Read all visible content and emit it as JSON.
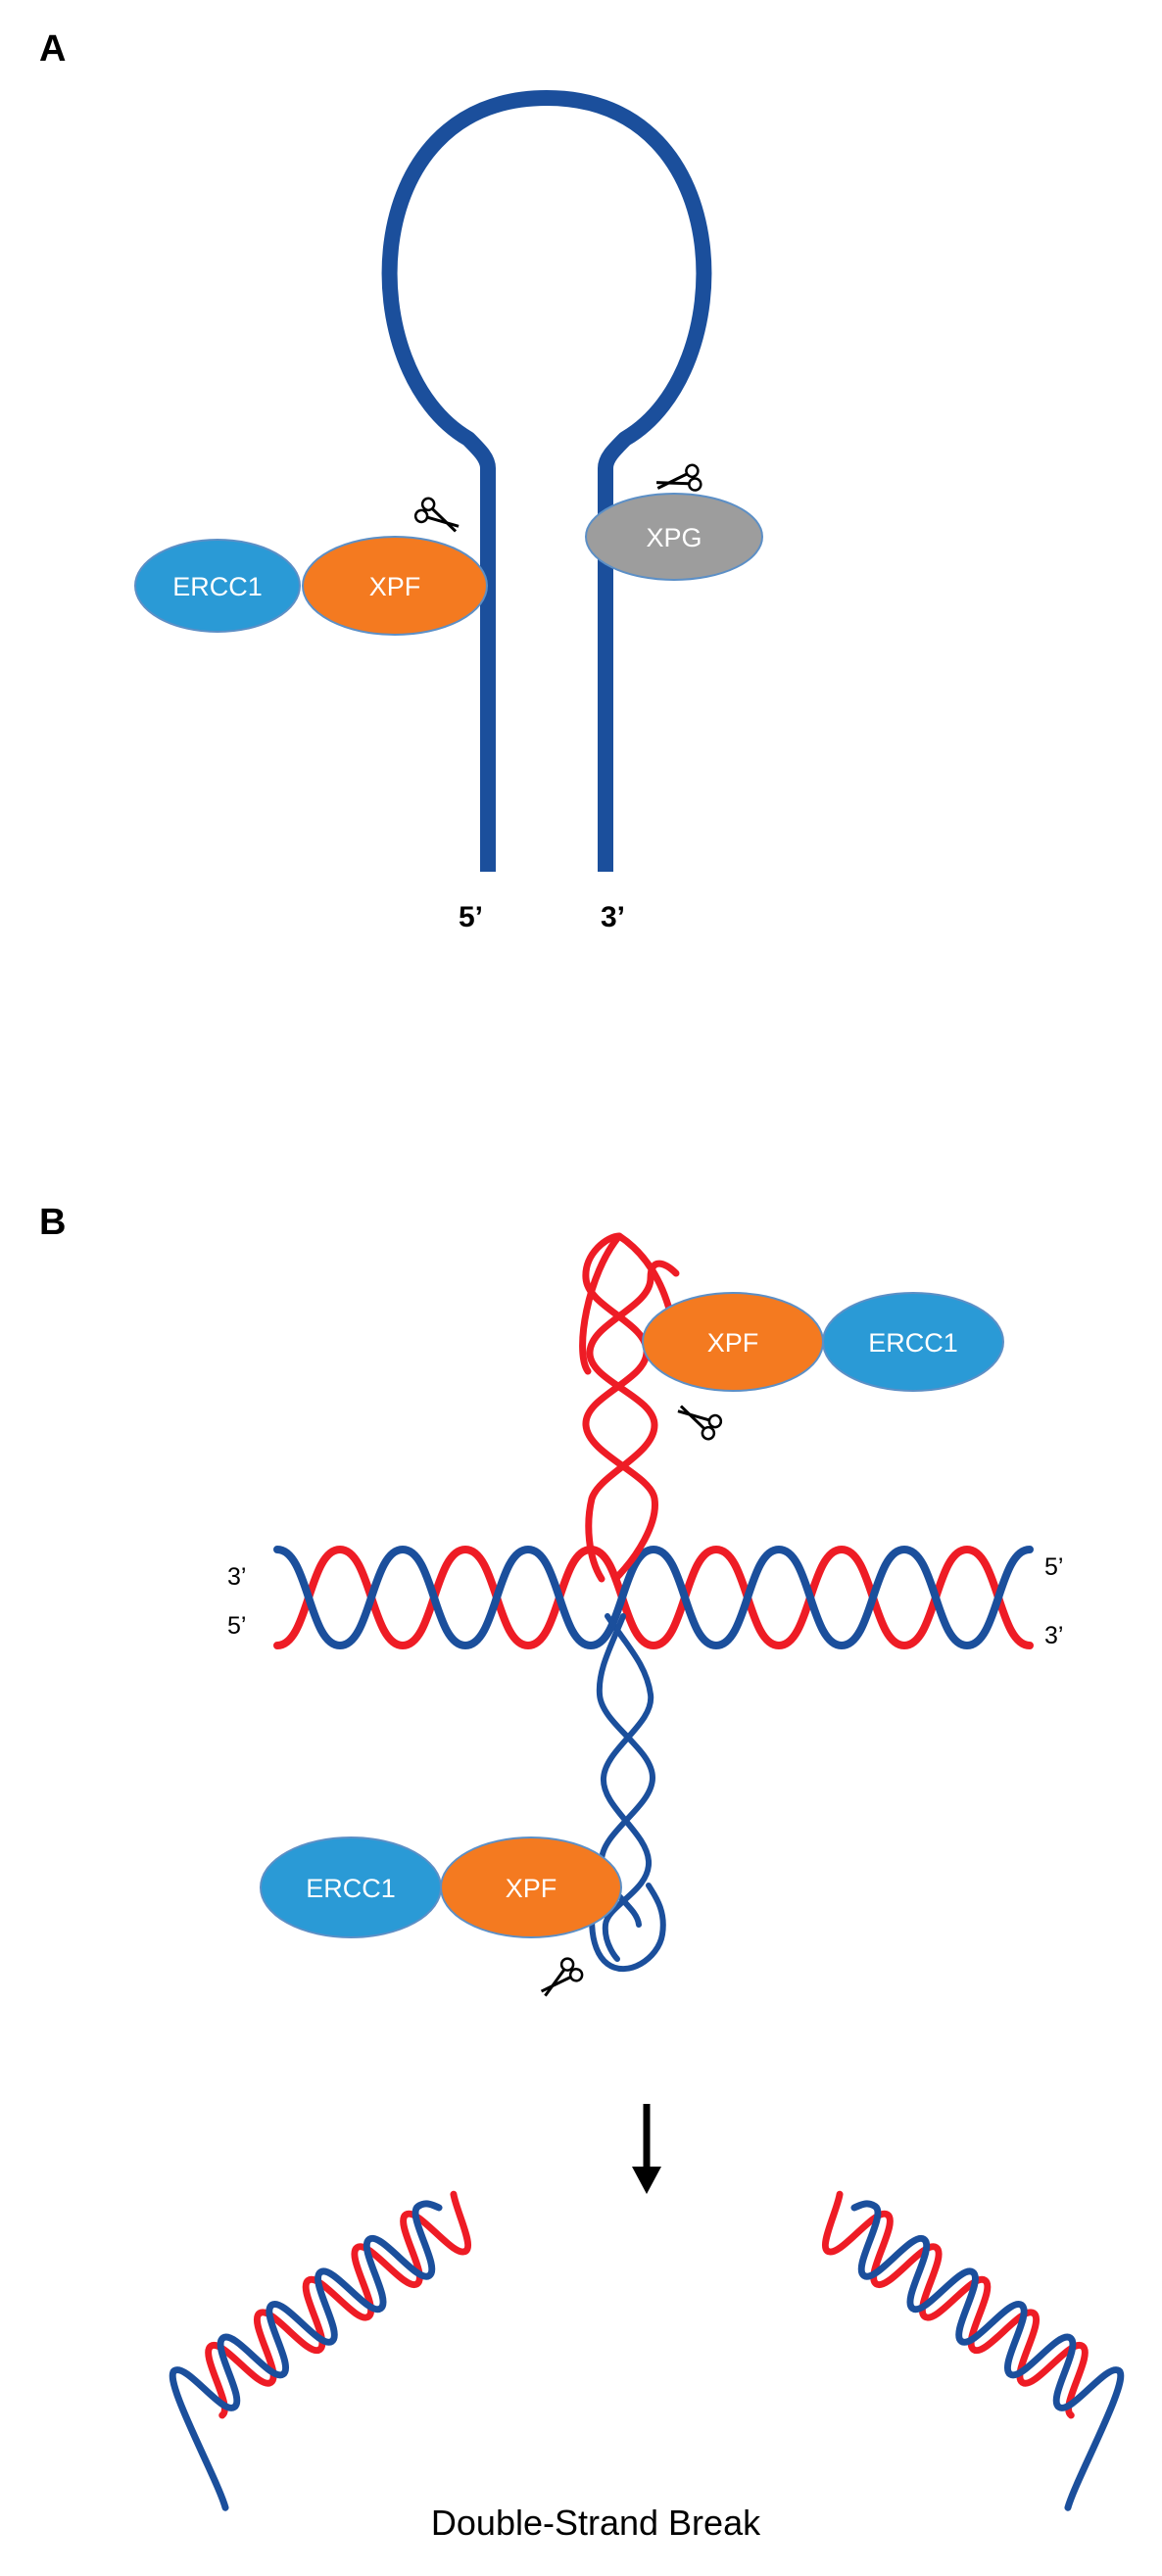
{
  "panel_a": {
    "label": "A",
    "five_prime": "5’",
    "three_prime": "3’",
    "proteins": {
      "ercc1": "ERCC1",
      "xpf": "XPF",
      "xpg": "XPG"
    }
  },
  "panel_b": {
    "label": "B",
    "left_top_end": "3’",
    "left_bottom_end": "5’",
    "right_top_end": "5’",
    "right_bottom_end": "3’",
    "top_complex": {
      "xpf": "XPF",
      "ercc1": "ERCC1"
    },
    "bottom_complex": {
      "ercc1": "ERCC1",
      "xpf": "XPF"
    },
    "caption": "Double-Strand Break"
  },
  "colors": {
    "strand_blue": "#1b4f9c",
    "strand_red": "#ee1c25",
    "ercc1": "#2a9ad6",
    "xpf": "#f47a20",
    "xpg": "#9d9d9d"
  },
  "icons": [
    "scissors-icon",
    "arrow-down-icon"
  ]
}
